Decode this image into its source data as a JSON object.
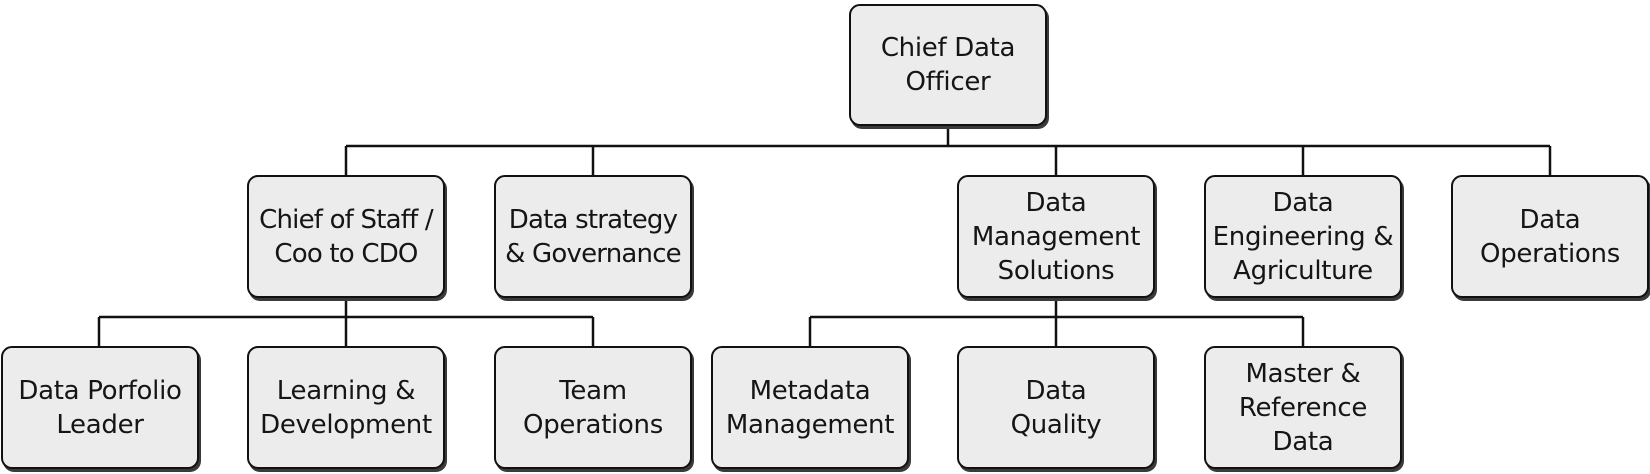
{
  "diagram": {
    "type": "org-chart",
    "colors": {
      "box_fill": "#ececec",
      "box_border": "#111111",
      "connector": "#111111",
      "text": "#151515"
    },
    "nodes": {
      "cdo": {
        "label": "Chief Data\nOfficer"
      },
      "chief_of_staff": {
        "label": "Chief of Staff /\nCoo to CDO"
      },
      "strategy": {
        "label": "Data strategy\n& Governance"
      },
      "dms": {
        "label": "Data\nManagement\nSolutions"
      },
      "engineering": {
        "label": "Data\nEngineering &\nAgriculture"
      },
      "operations": {
        "label": "Data\nOperations"
      },
      "portfolio": {
        "label": "Data Porfolio\nLeader"
      },
      "learning": {
        "label": "Learning &\nDevelopment"
      },
      "team_ops": {
        "label": "Team\nOperations"
      },
      "metadata": {
        "label": "Metadata\nManagement"
      },
      "quality": {
        "label": "Data\nQuality"
      },
      "master": {
        "label": "Master &\nReference\nData"
      }
    },
    "edges": [
      [
        "cdo",
        "chief_of_staff"
      ],
      [
        "cdo",
        "strategy"
      ],
      [
        "cdo",
        "dms"
      ],
      [
        "cdo",
        "engineering"
      ],
      [
        "cdo",
        "operations"
      ],
      [
        "chief_of_staff",
        "portfolio"
      ],
      [
        "chief_of_staff",
        "learning"
      ],
      [
        "chief_of_staff",
        "team_ops"
      ],
      [
        "dms",
        "metadata"
      ],
      [
        "dms",
        "quality"
      ],
      [
        "dms",
        "master"
      ]
    ]
  }
}
